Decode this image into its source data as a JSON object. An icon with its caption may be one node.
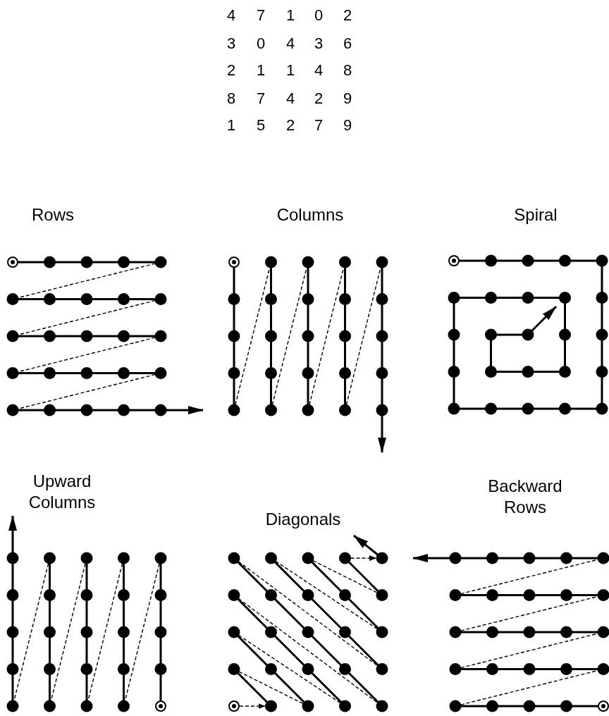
{
  "diagram": {
    "labels": [
      "4",
      "7",
      "1",
      "0",
      "2",
      "3",
      "0",
      "4",
      "3",
      "6",
      "2",
      "1",
      "1",
      "4",
      "8",
      "8",
      "7",
      "4",
      "2",
      "9",
      "1",
      "5",
      "2",
      "7",
      "9",
      "Rows",
      "Columns",
      "Spiral",
      "Upward Columns",
      "Diagonals",
      "Backward Rows"
    ]
  }
}
